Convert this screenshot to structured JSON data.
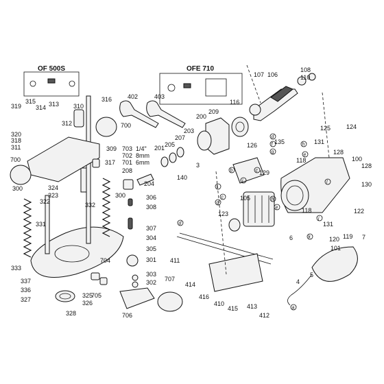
{
  "headers": {
    "left": "OF 500S",
    "right": "OFE 710"
  },
  "labels": [
    "107",
    "106",
    "108",
    "110",
    "116",
    "100",
    "128",
    "130",
    "122",
    "124",
    "125",
    "131",
    "128",
    "118",
    "135",
    "126",
    "129",
    "105",
    "123",
    "6",
    "118",
    "131",
    "120",
    "119",
    "101",
    "7",
    "4",
    "5",
    "3",
    "209",
    "200",
    "203",
    "207",
    "205",
    "201",
    "204",
    "208",
    "140",
    "402",
    "403",
    "703",
    "702",
    "701",
    "1/4\"",
    "8mm",
    "6mm",
    "306",
    "308",
    "307",
    "304",
    "305",
    "301",
    "303",
    "302",
    "704",
    "705",
    "707",
    "706",
    "411",
    "414",
    "416",
    "410",
    "415",
    "413",
    "412",
    "315",
    "314",
    "313",
    "319",
    "320",
    "318",
    "311",
    "312",
    "310",
    "316",
    "700",
    "309",
    "317",
    "700",
    "324",
    "323",
    "322",
    "332",
    "300",
    "300",
    "331",
    "333",
    "337",
    "336",
    "327",
    "325",
    "326",
    "328"
  ],
  "circle_markers": [
    "d",
    "f",
    "g",
    "c",
    "h",
    "e",
    "i",
    "b",
    "a",
    "k",
    "j",
    "l",
    "c",
    "f",
    "g",
    "h",
    "e",
    "d"
  ]
}
